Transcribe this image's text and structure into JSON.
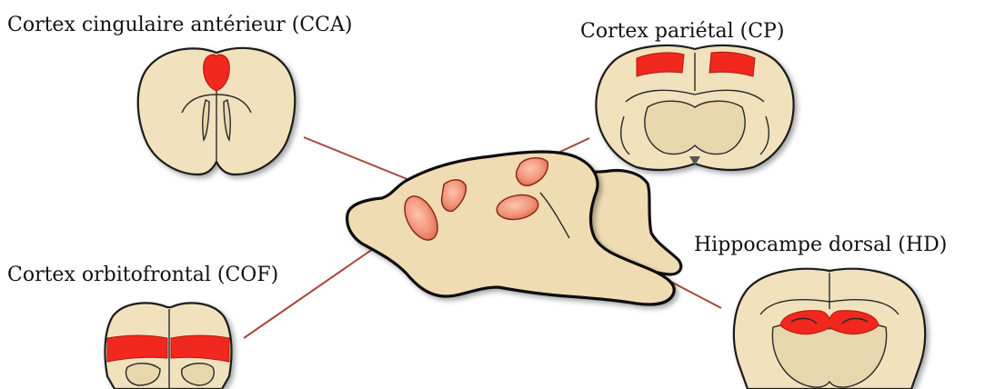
{
  "labels": {
    "cca": "Cortex cingulaire antérieur (CCA)",
    "cp": "Cortex pariétal (CP)",
    "cof": "Cortex orbitofrontal (COF)",
    "hd": "Hippocampe dorsal (HD)"
  },
  "colors": {
    "brain_fill": "#f1e2bd",
    "highlight_red": "#f0281e",
    "sagittal_region": "#f2967a",
    "connector_line": "#a8473b"
  }
}
